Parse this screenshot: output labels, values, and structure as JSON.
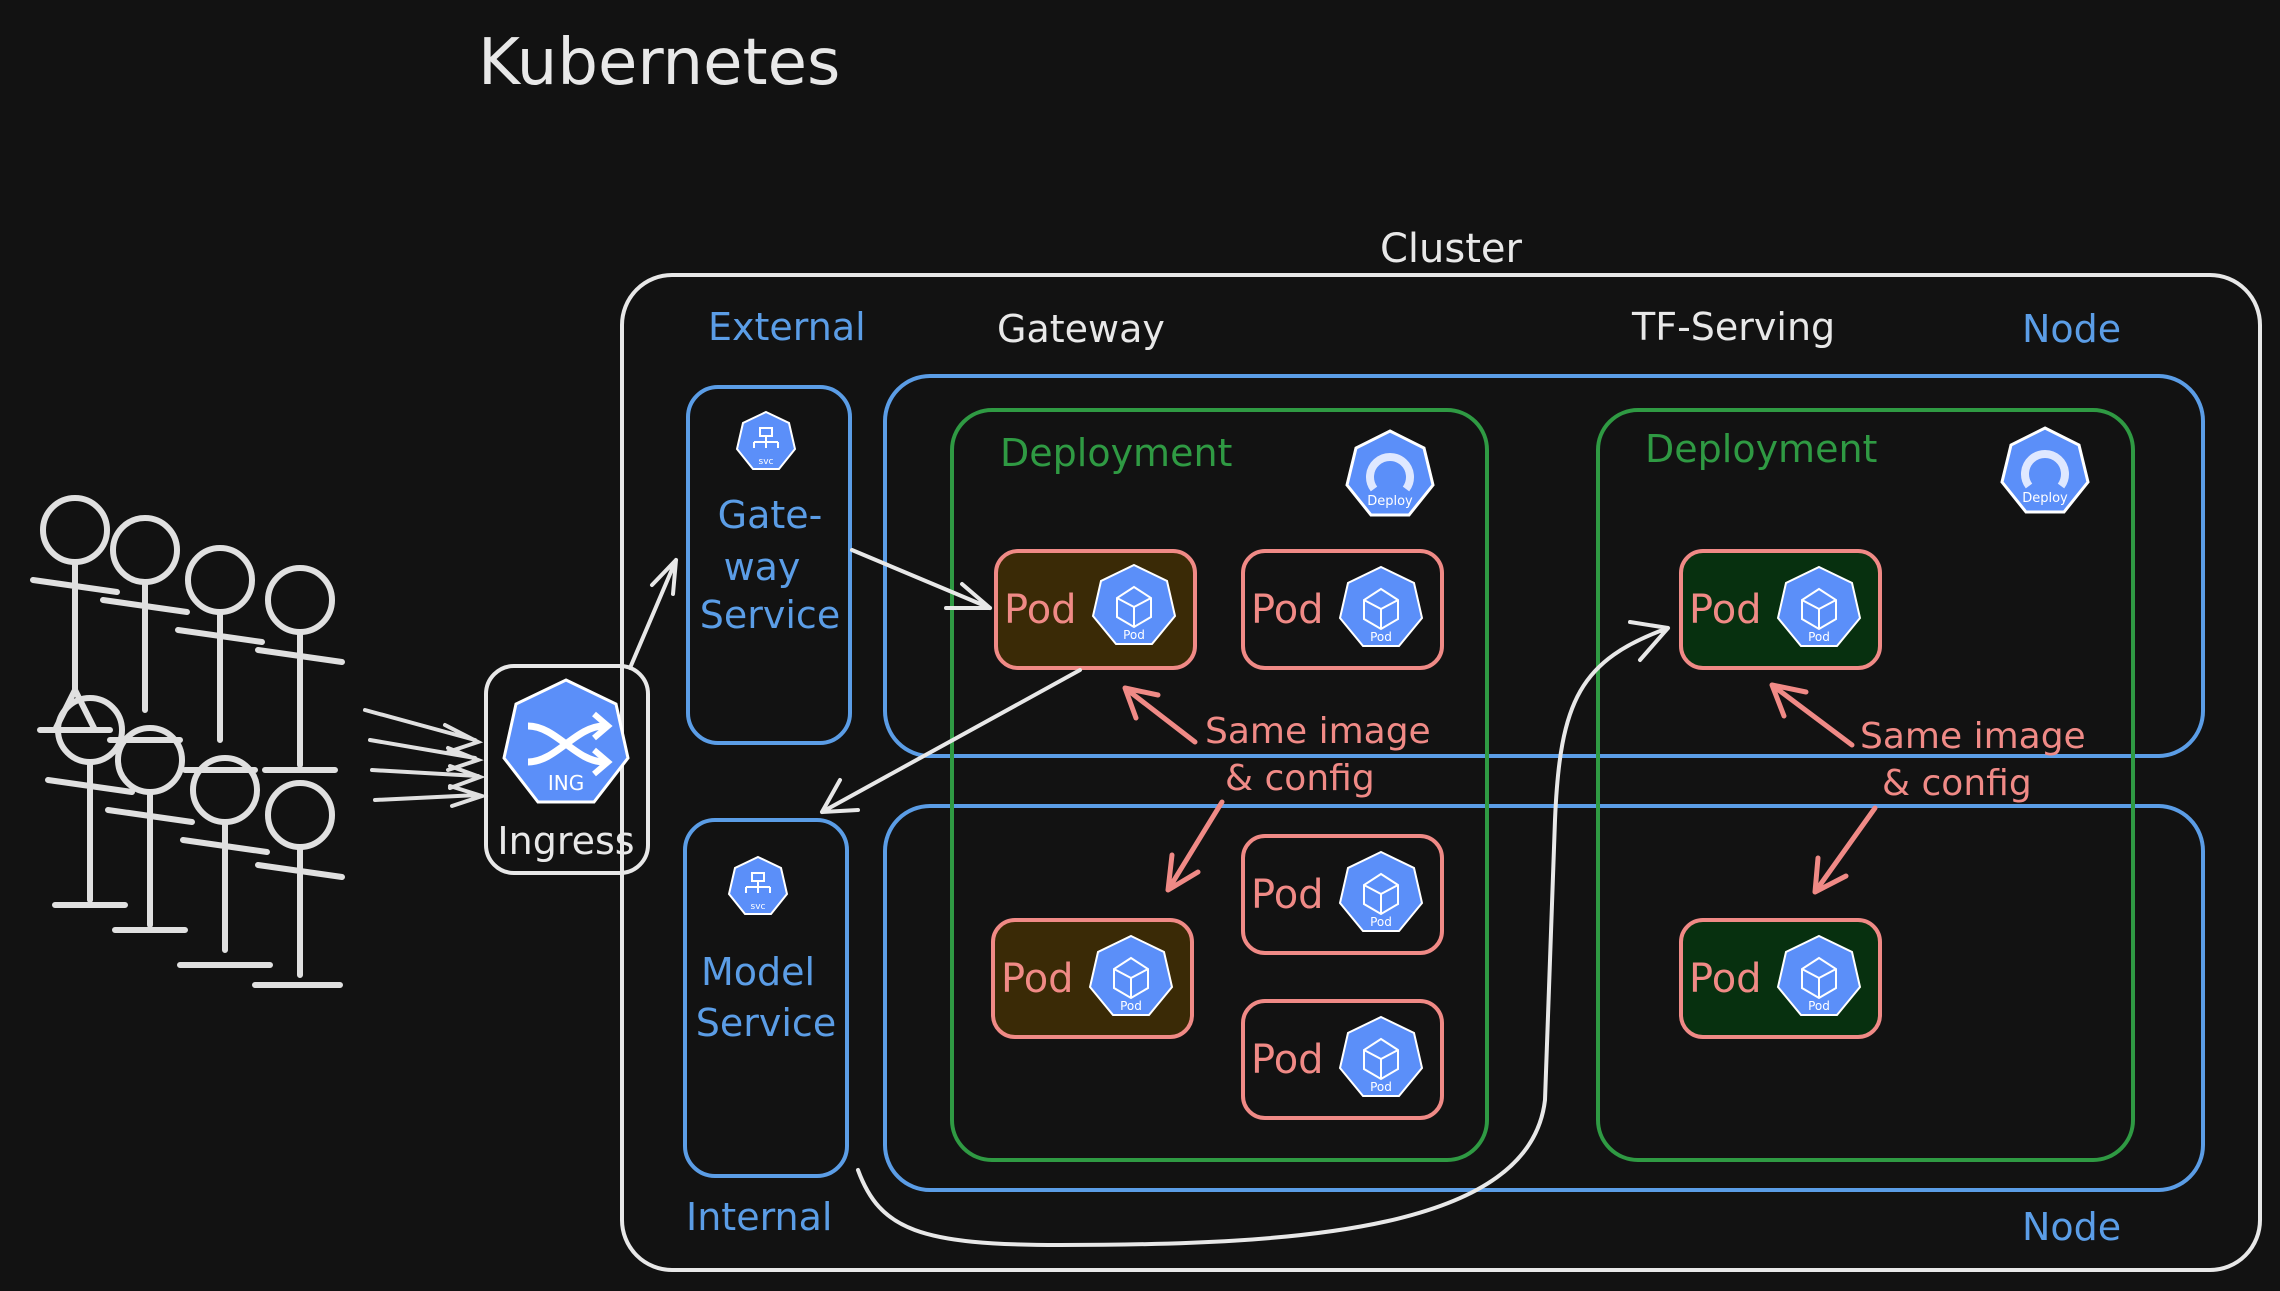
{
  "title": "Kubernetes",
  "cluster": {
    "label": "Cluster"
  },
  "labels": {
    "external": "External",
    "internal": "Internal",
    "gateway": "Gateway",
    "tf_serving": "TF-Serving",
    "node_top": "Node",
    "node_bottom": "Node"
  },
  "services": {
    "gateway": [
      "Gate-",
      "way",
      "Service"
    ],
    "model": [
      "Model",
      "Service"
    ],
    "svc_icon_text": "svc"
  },
  "ingress": {
    "label": "Ingress",
    "icon_text": "ING"
  },
  "deployments": {
    "gateway": {
      "label": "Deployment",
      "icon_text": "Deploy"
    },
    "tf_serving": {
      "label": "Deployment",
      "icon_text": "Deploy"
    }
  },
  "pod": {
    "label": "Pod",
    "icon_text": "Pod"
  },
  "annotations": {
    "gateway": [
      "Same image",
      "& config"
    ],
    "tf_serving": [
      "Same image",
      "& config"
    ]
  },
  "colors": {
    "background": "#121212",
    "white": "#e8e8e8",
    "blue": "#5b9de6",
    "green": "#2f9a43",
    "pink": "#f08a86",
    "pod_fill_gateway": "#3a2a06",
    "pod_fill_tf": "#07300f",
    "k8s_icon": "#5b8ff9"
  }
}
